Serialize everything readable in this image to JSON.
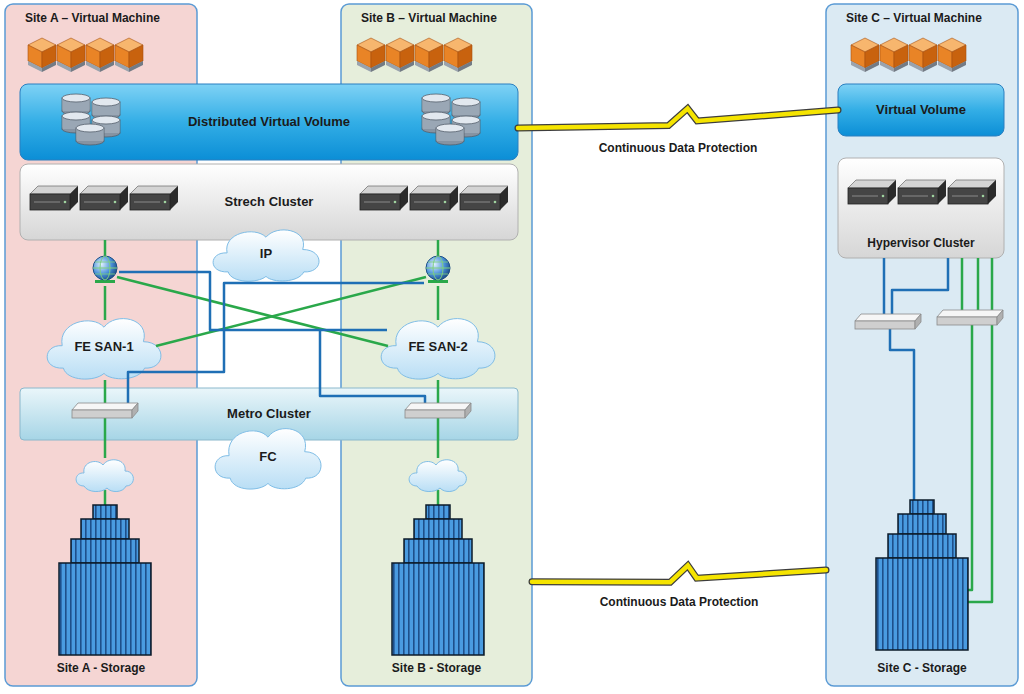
{
  "diagram": {
    "nodes": [
      {
        "text": [
          "Site A – Virtual Machine",
          "Site A - Storage"
        ]
      },
      {
        "text": [
          "Site B – Virtual Machine",
          "Site B - Storage"
        ]
      },
      {
        "text": [
          "Site C – Virtual Machine",
          "Site C - Storage"
        ]
      },
      {
        "text": [
          "Distributed Virtual Volume"
        ]
      },
      {
        "text": [
          "Strech Cluster"
        ]
      },
      {
        "text": [
          "Metro Cluster"
        ]
      },
      {
        "text": [
          "Virtual Volume"
        ],
        "in": 2
      },
      {
        "text": [
          "Hypervisor Cluster"
        ],
        "in": 2
      },
      {
        "text": [
          "IP"
        ]
      },
      {
        "text": [
          "FE SAN-1"
        ]
      },
      {
        "text": [
          "FE SAN-2"
        ]
      },
      {
        "text": [
          "FC"
        ]
      }
    ],
    "edges": [
      {
        "from": 3,
        "to": 6,
        "arrow": "none",
        "label": "Continuous Data Protection"
      },
      {
        "from": 1,
        "to": 2,
        "arrow": "none",
        "label": "Continuous Data Protection"
      }
    ]
  }
}
